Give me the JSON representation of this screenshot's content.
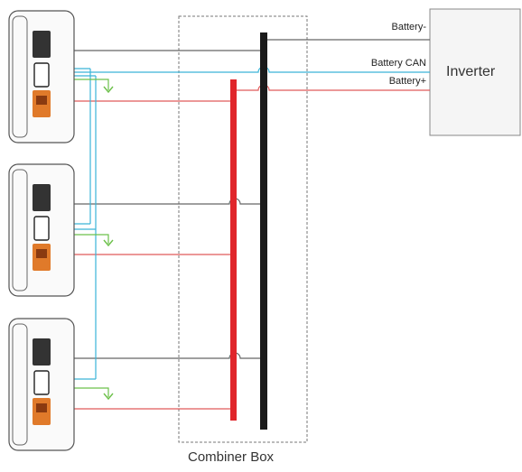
{
  "inverter": {
    "label": "Inverter"
  },
  "combiner": {
    "label": "Combiner Box"
  },
  "terminals": {
    "neg": "Battery-",
    "can": "Battery CAN",
    "pos": "Battery+"
  },
  "colors": {
    "negative_bus": "#1a1a1a",
    "positive_bus": "#e0262b",
    "negative_wire": "#666666",
    "positive_wire": "#e05a5a",
    "can_wire": "#3ab5d8",
    "ground_wire": "#6cc04a",
    "inverter_fill": "#f5f5f5",
    "battery_terminal_pos": "#e07a2a",
    "battery_terminal_neg": "#333333"
  },
  "batteries": [
    {
      "id": "battery-1"
    },
    {
      "id": "battery-2"
    },
    {
      "id": "battery-3"
    }
  ]
}
